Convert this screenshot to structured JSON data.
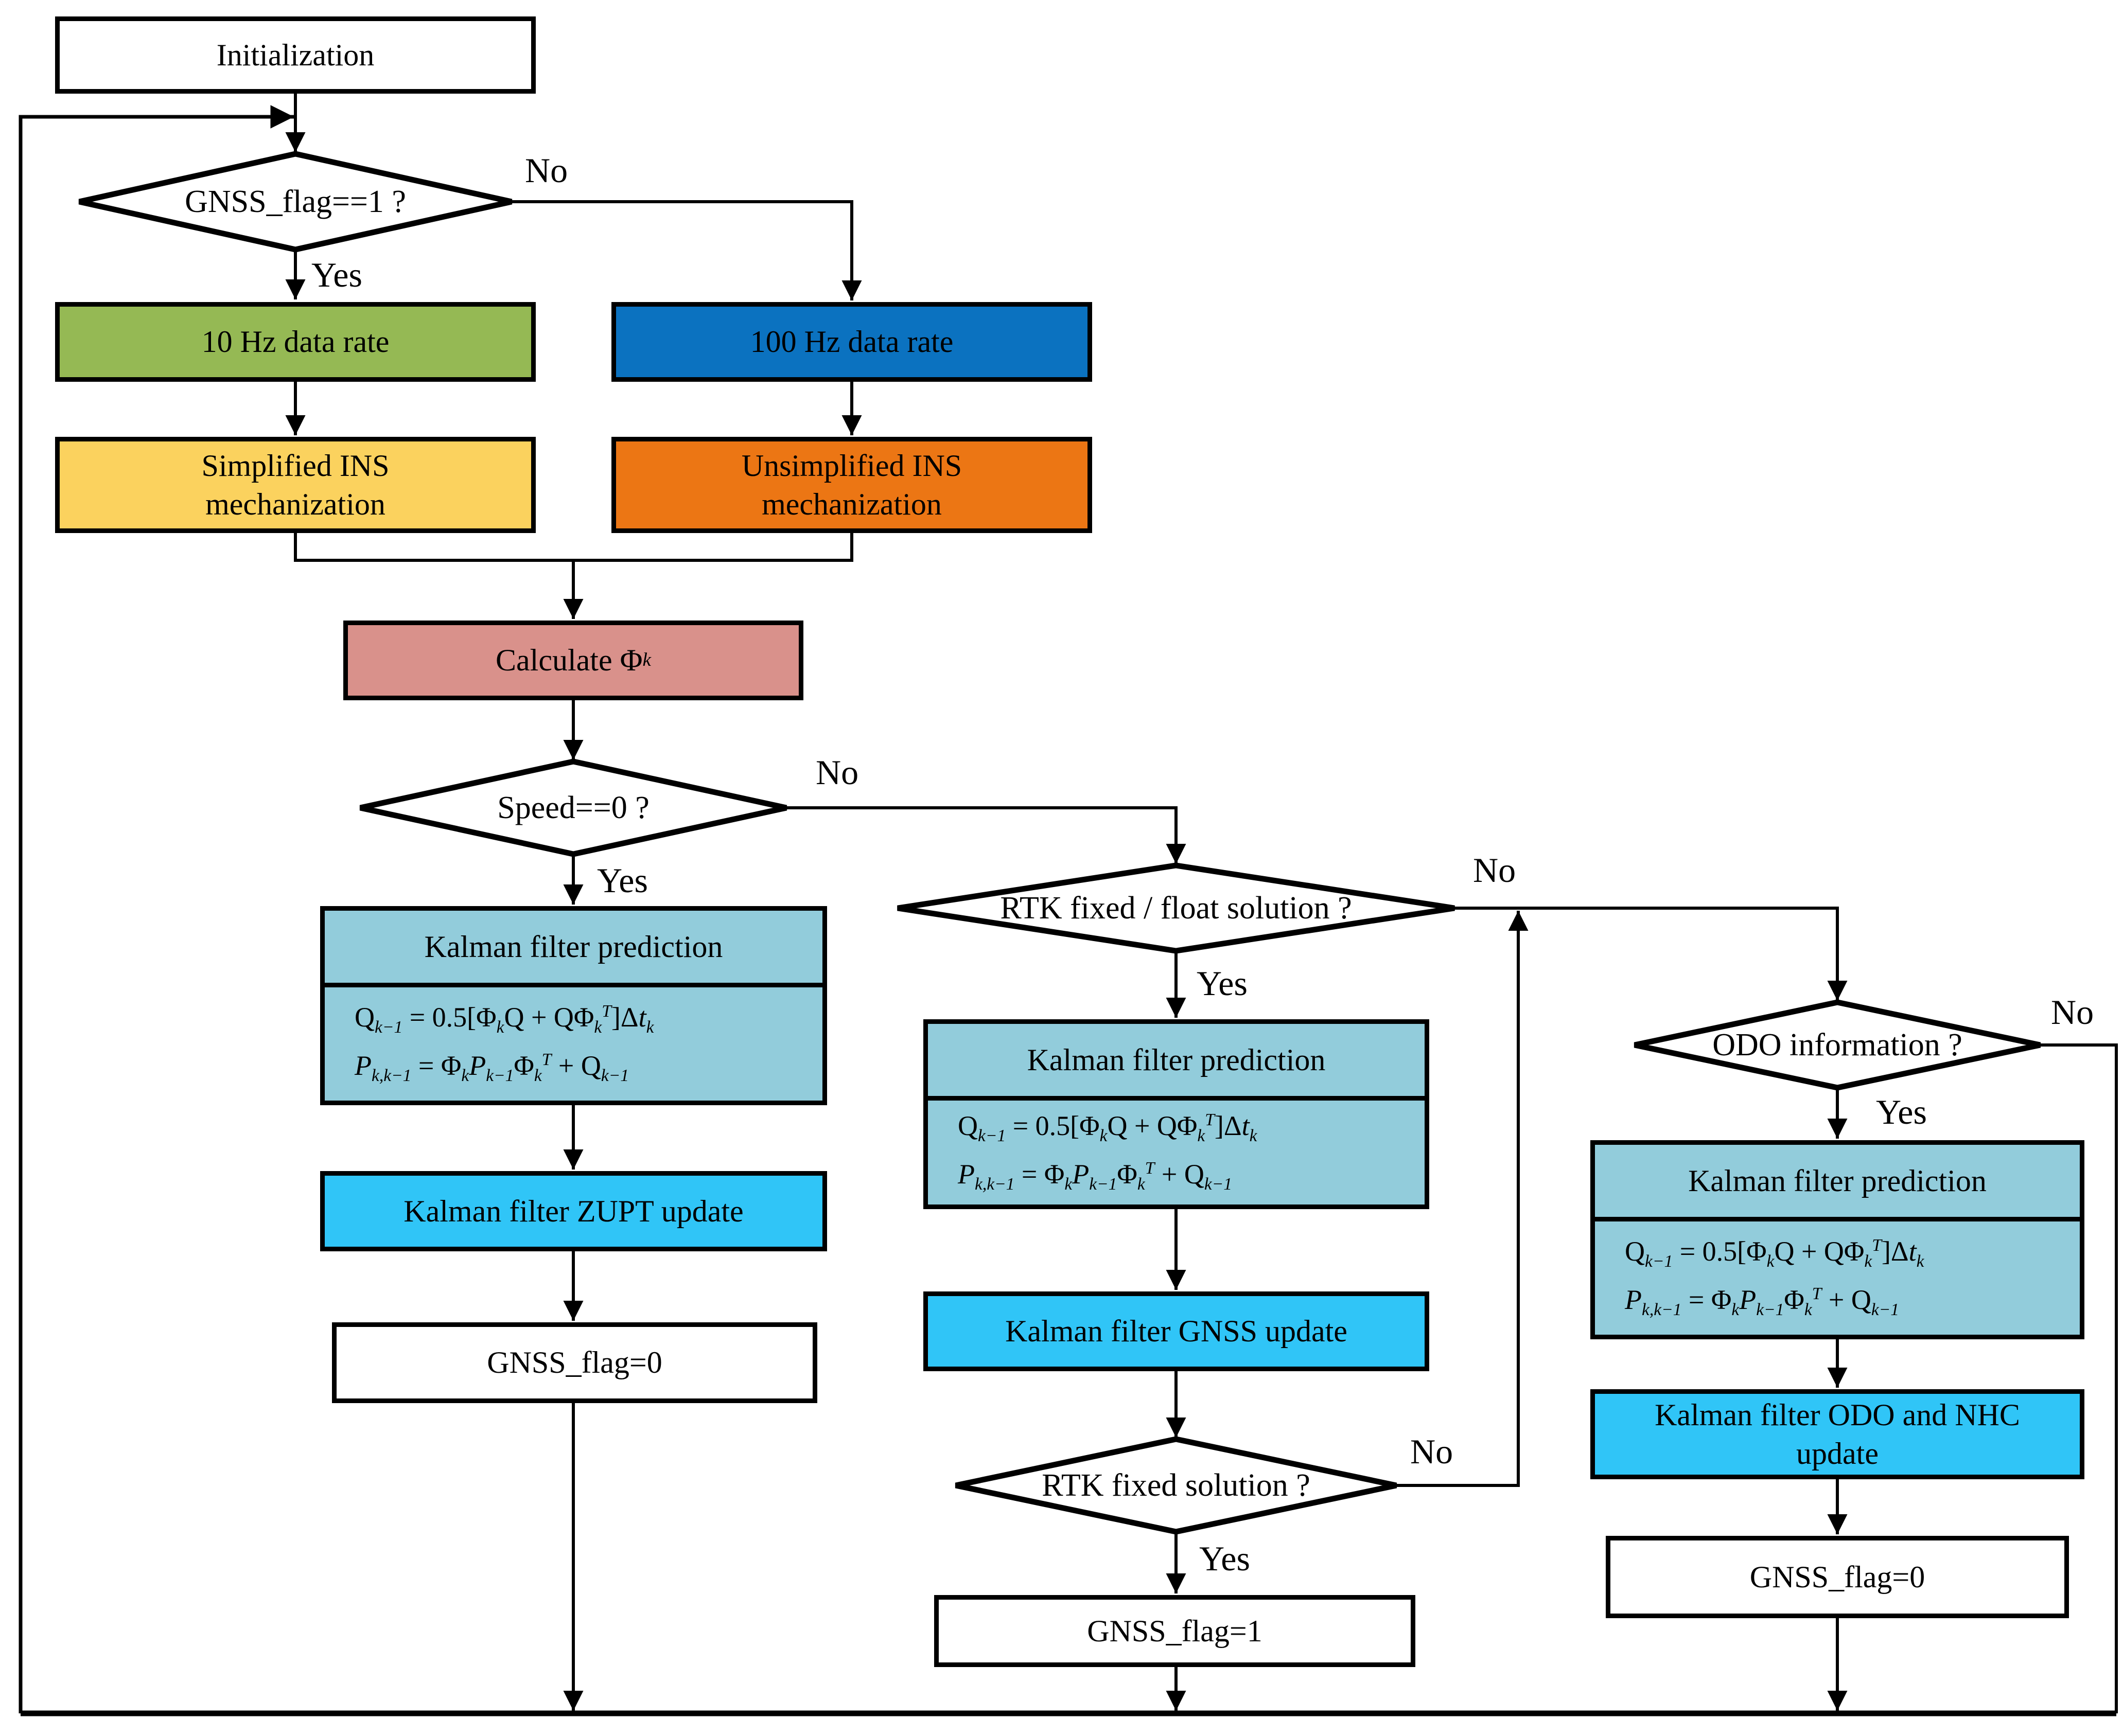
{
  "colors": {
    "green": "#95B954",
    "blue": "#0B72C0",
    "yellow": "#FBD25E",
    "orange": "#EC7614",
    "pink": "#D9918B",
    "light_blue": "#92CCDB",
    "cyan": "#30C5F7",
    "line": "#000000"
  },
  "nodes": {
    "initialization": {
      "label": "Initialization"
    },
    "gnss_flag_check": {
      "label": "GNSS_flag==1 ?"
    },
    "rate_10hz": {
      "label": "10 Hz data rate"
    },
    "rate_100hz": {
      "label": "100 Hz data rate"
    },
    "simplified_ins": {
      "label": "Simplified  INS\nmechanization"
    },
    "unsimplified_ins": {
      "label": "Unsimplified  INS\nmechanization"
    },
    "calculate_phi": {
      "label_html": "Calculate Φ<sub><i>k</i></sub>"
    },
    "speed_check": {
      "label": "Speed==0 ?"
    },
    "kalman_prediction": {
      "title": "Kalman filter prediction",
      "formula_q_html": "Q<sub><i>k−1</i></sub> = 0.5[Φ<sub><i>k</i></sub>Q + QΦ<sub><i>k</i></sub><sup><i>T</i></sup>]Δ<i>t</i><sub><i>k</i></sub>",
      "formula_p_html": "<i>P</i><sub><i>k,k−1</i></sub> = Φ<sub><i>k</i></sub><i>P</i><sub><i>k−1</i></sub>Φ<sub><i>k</i></sub><sup><i>T</i></sup> + Q<sub><i>k−1</i></sub>"
    },
    "zupt_update": {
      "label": "Kalman filter ZUPT update"
    },
    "gnss_flag0": {
      "label": "GNSS_flag=0"
    },
    "rtk_fixed_float_check": {
      "label": "RTK fixed / float solution ?"
    },
    "gnss_update": {
      "label": "Kalman filter GNSS update"
    },
    "rtk_fixed_check": {
      "label": "RTK fixed solution ?"
    },
    "gnss_flag1": {
      "label": "GNSS_flag=1"
    },
    "odo_check": {
      "label": "ODO information ?"
    },
    "odo_nhc_update": {
      "label": "Kalman filter ODO and NHC\nupdate"
    }
  },
  "edge_labels": {
    "yes": "Yes",
    "no": "No"
  }
}
